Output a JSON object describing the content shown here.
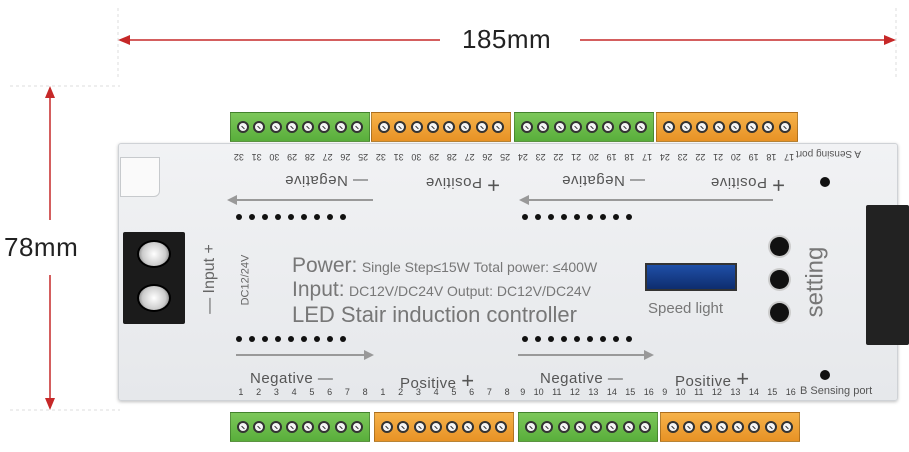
{
  "dimensions": {
    "width_label": "185mm",
    "height_label": "78mm"
  },
  "top_pins_left": [
    "32",
    "31",
    "30",
    "29",
    "28",
    "27",
    "26",
    "25",
    "32",
    "31",
    "30",
    "29",
    "28",
    "27",
    "26",
    "25",
    "24",
    "23",
    "22",
    "21",
    "20",
    "19",
    "18",
    "17",
    "24",
    "23",
    "22",
    "21",
    "20",
    "19",
    "18",
    "17"
  ],
  "top_groups": [
    {
      "label": "Negative",
      "symbol": "—"
    },
    {
      "label": "Positive",
      "symbol": "+"
    },
    {
      "label": "Negative",
      "symbol": "—"
    },
    {
      "label": "Positive",
      "symbol": "+"
    }
  ],
  "top_port": "A Sensing port",
  "bottom_groups": [
    {
      "label": "Negative",
      "symbol": "—"
    },
    {
      "label": "Positive",
      "symbol": "+"
    },
    {
      "label": "Negative",
      "symbol": "—"
    },
    {
      "label": "Positive",
      "symbol": "+"
    }
  ],
  "bottom_pins": [
    [
      "1",
      "2",
      "3",
      "4",
      "5",
      "6",
      "7",
      "8"
    ],
    [
      "1",
      "2",
      "3",
      "4",
      "5",
      "6",
      "7",
      "8"
    ],
    [
      "9",
      "10",
      "11",
      "12",
      "13",
      "14",
      "15",
      "16"
    ],
    [
      "9",
      "10",
      "11",
      "12",
      "13",
      "14",
      "15",
      "16"
    ]
  ],
  "top_pins": [
    [
      "32",
      "31",
      "30",
      "29",
      "28",
      "27",
      "26",
      "25"
    ],
    [
      "32",
      "31",
      "30",
      "29",
      "28",
      "27",
      "26",
      "25"
    ],
    [
      "24",
      "23",
      "22",
      "21",
      "20",
      "19",
      "18",
      "17"
    ],
    [
      "24",
      "23",
      "22",
      "21",
      "20",
      "19",
      "18",
      "17"
    ]
  ],
  "bottom_port": "B Sensing port",
  "input_label": "— Input +",
  "input_voltage": "DC12/24V",
  "spec_line1_a": "Power:",
  "spec_line1_b": "Single Step≤15W Total power: ≤400W",
  "spec_line2_a": "Input:",
  "spec_line2_b": "DC12V/DC24V Output: DC12V/DC24V",
  "spec_line3": "LED Stair induction controller",
  "speed_light": "Speed light",
  "setting": "setting",
  "colors": {
    "green": "#59ae3b",
    "orange": "#e79225",
    "case": "#eceef0",
    "arrow": "#d22b2b"
  }
}
